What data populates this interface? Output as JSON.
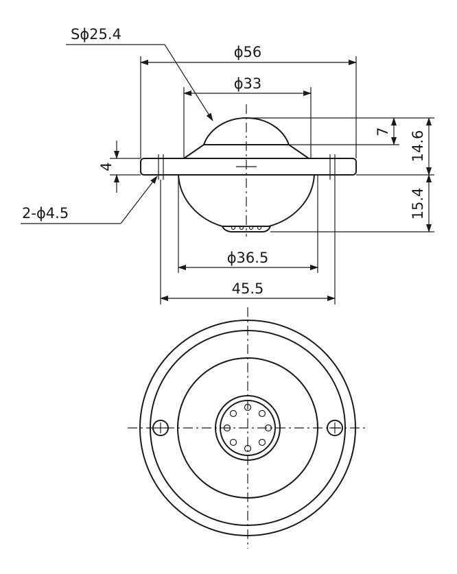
{
  "dimensions": {
    "sphere": "Sϕ25.4",
    "flange_dia": "ϕ56",
    "top_dia": "ϕ33",
    "cap_height": "7",
    "top_height": "14.6",
    "flange_thk": "4",
    "bottom_height": "15.4",
    "holes": "2-ϕ4.5",
    "body_dia": "ϕ36.5",
    "pitch": "45.5"
  }
}
